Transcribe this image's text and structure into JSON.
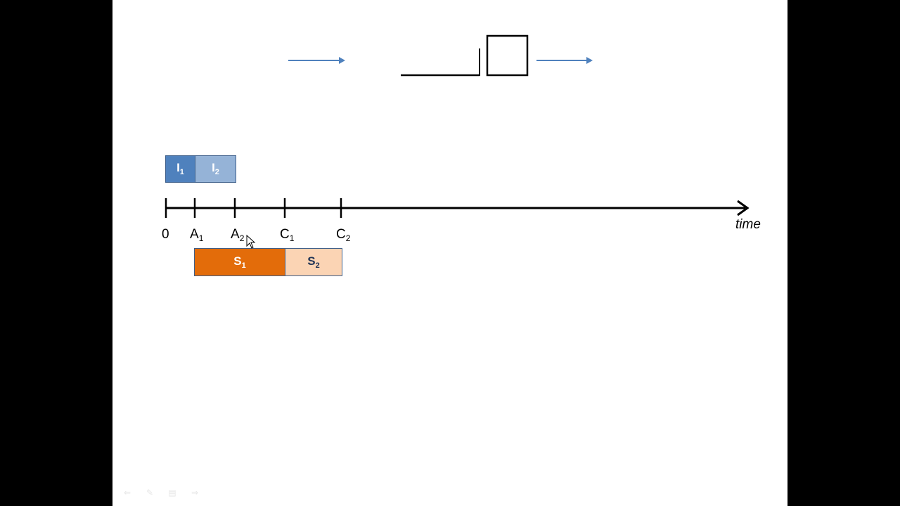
{
  "colors": {
    "background": "#000000",
    "slide": "#ffffff",
    "arrow_blue": "#4f81bd",
    "line_black": "#000000",
    "interarrival_dark": "#4f81bd",
    "interarrival_light": "#95b3d7",
    "service_dark": "#e36c0a",
    "service_light": "#fbd4b4",
    "box_border": "#3e5f8a"
  },
  "timeline": {
    "axis_label": "time",
    "ticks": [
      {
        "main": "0",
        "sub": ""
      },
      {
        "main": "A",
        "sub": "1"
      },
      {
        "main": "A",
        "sub": "2"
      },
      {
        "main": "C",
        "sub": "1"
      },
      {
        "main": "C",
        "sub": "2"
      }
    ]
  },
  "interarrival_blocks": [
    {
      "main": "I",
      "sub": "1"
    },
    {
      "main": "I",
      "sub": "2"
    }
  ],
  "service_blocks": [
    {
      "main": "S",
      "sub": "1"
    },
    {
      "main": "S",
      "sub": "2"
    }
  ],
  "queue_diagram": {
    "arrow_in_icon": "arrow-right-icon",
    "server_icon": "square-icon",
    "arrow_out_icon": "arrow-right-icon"
  },
  "controls": {
    "prev_icon": "arrow-left-icon",
    "pen_icon": "pen-icon",
    "menu_icon": "menu-icon",
    "next_icon": "arrow-right-icon"
  }
}
